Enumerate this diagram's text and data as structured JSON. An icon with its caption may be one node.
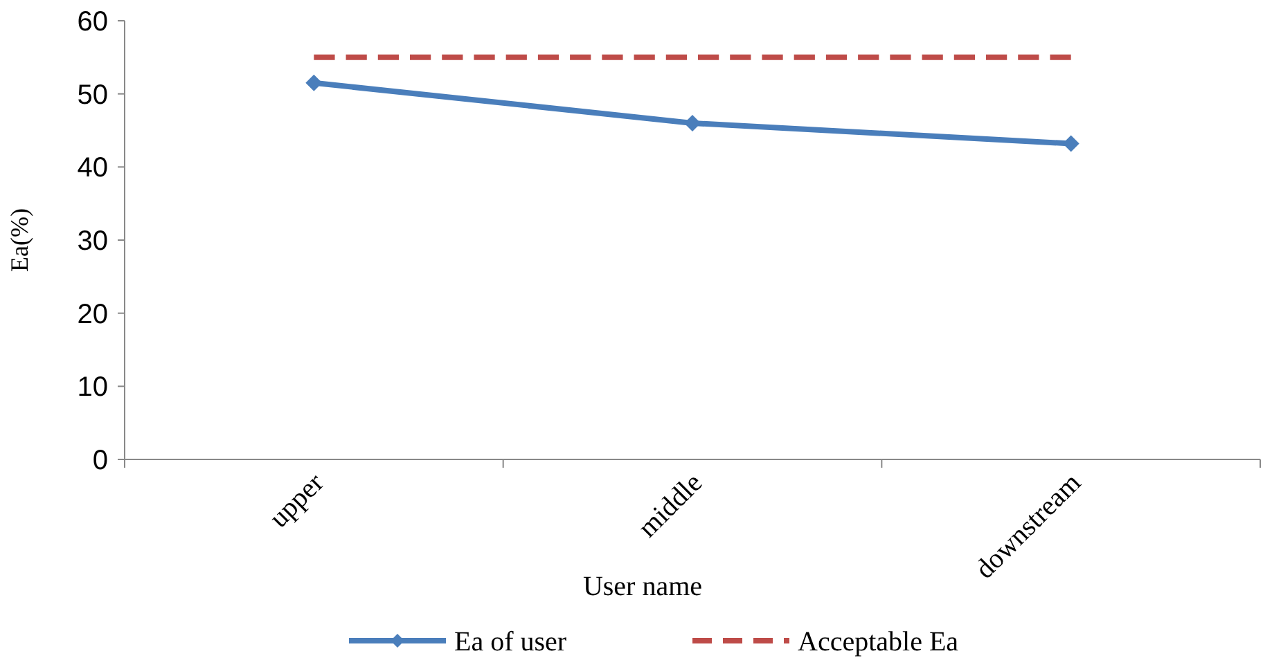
{
  "diagram": {
    "chart_data": {
      "type": "line",
      "xlabel": "User name",
      "ylabel": "Ea(%)",
      "categories": [
        "upper",
        "middle",
        "downstream"
      ],
      "series": [
        {
          "name": "Ea of user",
          "color": "#4a7ebb",
          "marker": "diamond",
          "values": [
            51.5,
            46,
            43.2
          ]
        },
        {
          "name": "Acceptable Ea",
          "color": "#be4b48",
          "line_style": "dashed",
          "values": [
            55,
            55,
            55
          ]
        }
      ],
      "legend": "bottom",
      "ylim": [
        0,
        60
      ],
      "yticks": [
        0,
        10,
        20,
        30,
        40,
        50,
        60
      ]
    }
  }
}
